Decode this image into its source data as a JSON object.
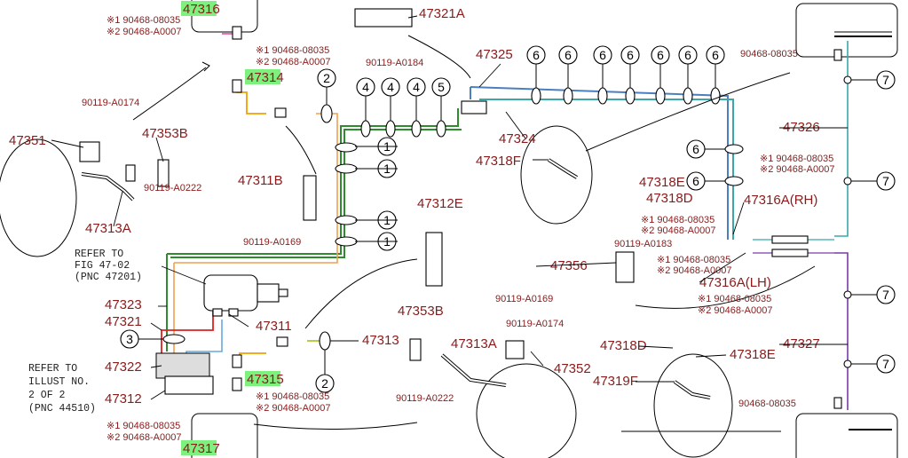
{
  "labels": {
    "p47316": "47316",
    "p47314": "47314",
    "p47315": "47315",
    "p47317": "47317",
    "p47321A": "47321A",
    "p47325": "47325",
    "p47326": "47326",
    "p47327": "47327",
    "p47324": "47324",
    "p47351": "47351",
    "p47353B_top": "47353B",
    "p47353B_bot": "47353B",
    "p47313A_top": "47313A",
    "p47313A_bot": "47313A",
    "p47311B": "47311B",
    "p47311": "47311",
    "p47313": "47313",
    "p47312E": "47312E",
    "p47318F": "47318F",
    "p47318E_top": "47318E",
    "p47318E_bot": "47318E",
    "p47318D_top": "47318D",
    "p47318D_bot": "47318D",
    "p47316A_RH": "47316A(RH)",
    "p47316A_LH": "47316A(LH)",
    "p47356": "47356",
    "p47352": "47352",
    "p47319F": "47319F",
    "p47323": "47323",
    "p47321": "47321",
    "p47322": "47322",
    "p47312": "47312",
    "b90119_A0174_a": "90119-A0174",
    "b90119_A0174_b": "90119-A0174",
    "b90119_A0184": "90119-A0184",
    "b90119_A0222_a": "90119-A0222",
    "b90119_A0222_b": "90119-A0222",
    "b90119_A0169_a": "90119-A0169",
    "b90119_A0169_b": "90119-A0169",
    "b90119_A0183": "90119-A0183",
    "c90468_08035_tr": "90468-08035",
    "c90468_08035_br": "90468-08035",
    "n1_47316": "※1 90468-08035",
    "n2_47316": "※2 90468-A0007",
    "n1_47314": "※1 90468-08035",
    "n2_47314": "※2 90468-A0007",
    "n1_47326": "※1 90468-08035",
    "n2_47326": "※2 90468-A0007",
    "n1_rh": "※1 90468-08035",
    "n2_rh": "※2 90468-A0007",
    "n1_lh_a": "※1 90468-08035",
    "n2_lh_a": "※2 90468-A0007",
    "n1_lh_b": "※1 90468-08035",
    "n2_lh_b": "※2 90468-A0007",
    "n1_47315": "※1 90468-08035",
    "n2_47315": "※2 90468-A0007",
    "n1_47317": "※1 90468-08035",
    "n2_47317": "※2 90468-A0007",
    "refer_fig_1": "REFER TO",
    "refer_fig_2": "FIG 47-02",
    "refer_fig_3": "(PNC 47201)",
    "refer_ill_1": "REFER TO",
    "refer_ill_2": "ILLUST NO.",
    "refer_ill_3": "2 OF 2",
    "refer_ill_4": "(PNC 44510)"
  },
  "callouts": {
    "c1": "1",
    "c2": "2",
    "c3": "3",
    "c4": "4",
    "c5": "5",
    "c6": "6",
    "c7": "7"
  },
  "colors": {
    "highlight": "#7ef07e",
    "label": "#8b1a1a",
    "line_green": "#2e8b2e",
    "line_orange": "#f0a050",
    "line_blue": "#4a7fc0",
    "line_teal": "#3aa8a8",
    "line_purple": "#7a3aa8",
    "line_red": "#dd2020",
    "line_magenta": "#e040a0",
    "line_yellowgreen": "#a8c830",
    "line_lightblue": "#66aadd",
    "line_orange2": "#f0a000"
  }
}
